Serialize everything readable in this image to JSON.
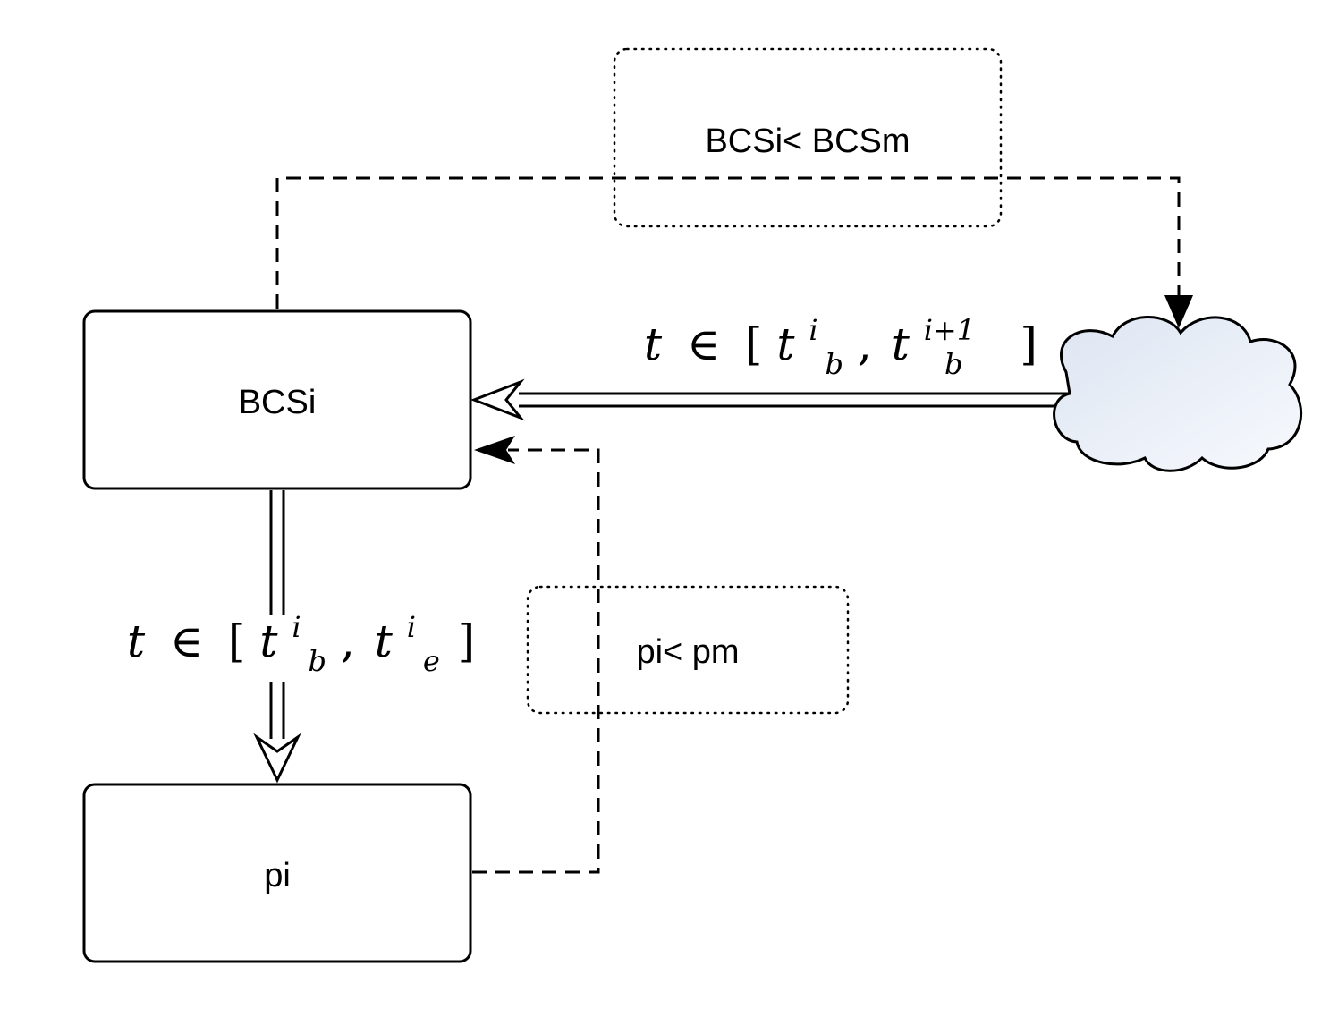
{
  "nodes": {
    "bcsi": {
      "label": "BCSi"
    },
    "pi": {
      "label": "pi"
    }
  },
  "conditions": {
    "top": {
      "text": "BCSi< BCSm"
    },
    "bottom": {
      "text": "pi< pm"
    }
  },
  "edges": {
    "cloud_to_bcsi": {
      "t": "t",
      "elem": "∈",
      "open": "[",
      "t1": "t",
      "sup1": "i",
      "sub1": "b",
      "comma": ",",
      "t2": "t",
      "sup2": "i+1",
      "sub2": "b",
      "close": "]"
    },
    "bcsi_to_pi": {
      "t": "t",
      "elem": "∈",
      "open": "[",
      "t1": "t",
      "sup1": "i",
      "sub1": "b",
      "comma": ",",
      "t2": "t",
      "sup2": "i",
      "sub2": "e",
      "close": "]"
    }
  },
  "colors": {
    "stroke": "#000000",
    "cloud_fill_light": "#f7f9fd",
    "cloud_fill_dark": "#dde5f2"
  }
}
